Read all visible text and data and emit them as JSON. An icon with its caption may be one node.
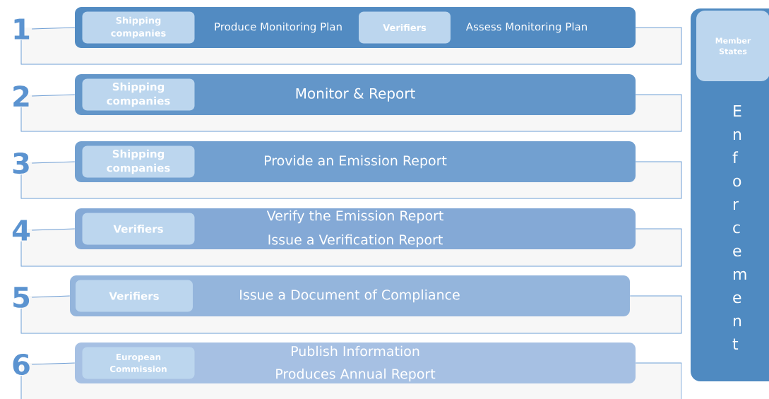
{
  "diagram": {
    "nodes": [
      {
        "text": [
          "1"
        ]
      },
      {
        "text": [
          "Produce Monitoring Plan",
          "Assess Monitoring Plan"
        ]
      },
      {
        "text": [
          "Shipping companies"
        ],
        "in": 1
      },
      {
        "text": [
          "Verifiers"
        ],
        "in": 1
      },
      {
        "text": [
          "2"
        ]
      },
      {
        "text": [
          "Monitor & Report"
        ]
      },
      {
        "text": [
          "Shipping companies"
        ],
        "in": 5
      },
      {
        "text": [
          "3"
        ]
      },
      {
        "text": [
          "Provide an Emission Report"
        ]
      },
      {
        "text": [
          "Shipping companies"
        ],
        "in": 8
      },
      {
        "text": [
          "4"
        ]
      },
      {
        "text": [
          "Verify the Emission Report",
          "Issue a Verification Report"
        ]
      },
      {
        "text": [
          "Verifiers"
        ],
        "in": 11
      },
      {
        "text": [
          "5"
        ]
      },
      {
        "text": [
          "Issue a Document of Compliance"
        ]
      },
      {
        "text": [
          "Verifiers"
        ],
        "in": 14
      },
      {
        "text": [
          "6"
        ]
      },
      {
        "text": [
          "Publish Information",
          "Produces Annual Report"
        ]
      },
      {
        "text": [
          "European Commission"
        ],
        "in": 17
      },
      {
        "text": [
          "Enforcement"
        ]
      },
      {
        "text": [
          "Member States"
        ],
        "in": 19
      }
    ],
    "edges": [
      {
        "from": 0,
        "to": 1,
        "arrow": "none"
      },
      {
        "from": 0,
        "to": 1,
        "arrow": "none"
      },
      {
        "from": 4,
        "to": 5,
        "arrow": "none"
      },
      {
        "from": 4,
        "to": 5,
        "arrow": "none"
      },
      {
        "from": 7,
        "to": 8,
        "arrow": "none"
      },
      {
        "from": 7,
        "to": 8,
        "arrow": "none"
      },
      {
        "from": 10,
        "to": 11,
        "arrow": "none"
      },
      {
        "from": 10,
        "to": 11,
        "arrow": "none"
      },
      {
        "from": 13,
        "to": 14,
        "arrow": "none"
      },
      {
        "from": 13,
        "to": 14,
        "arrow": "none"
      },
      {
        "from": 16,
        "to": 17,
        "arrow": "none"
      },
      {
        "from": 16,
        "to": null,
        "arrow": "none"
      },
      {
        "from": 17,
        "to": null,
        "arrow": "none"
      }
    ]
  }
}
